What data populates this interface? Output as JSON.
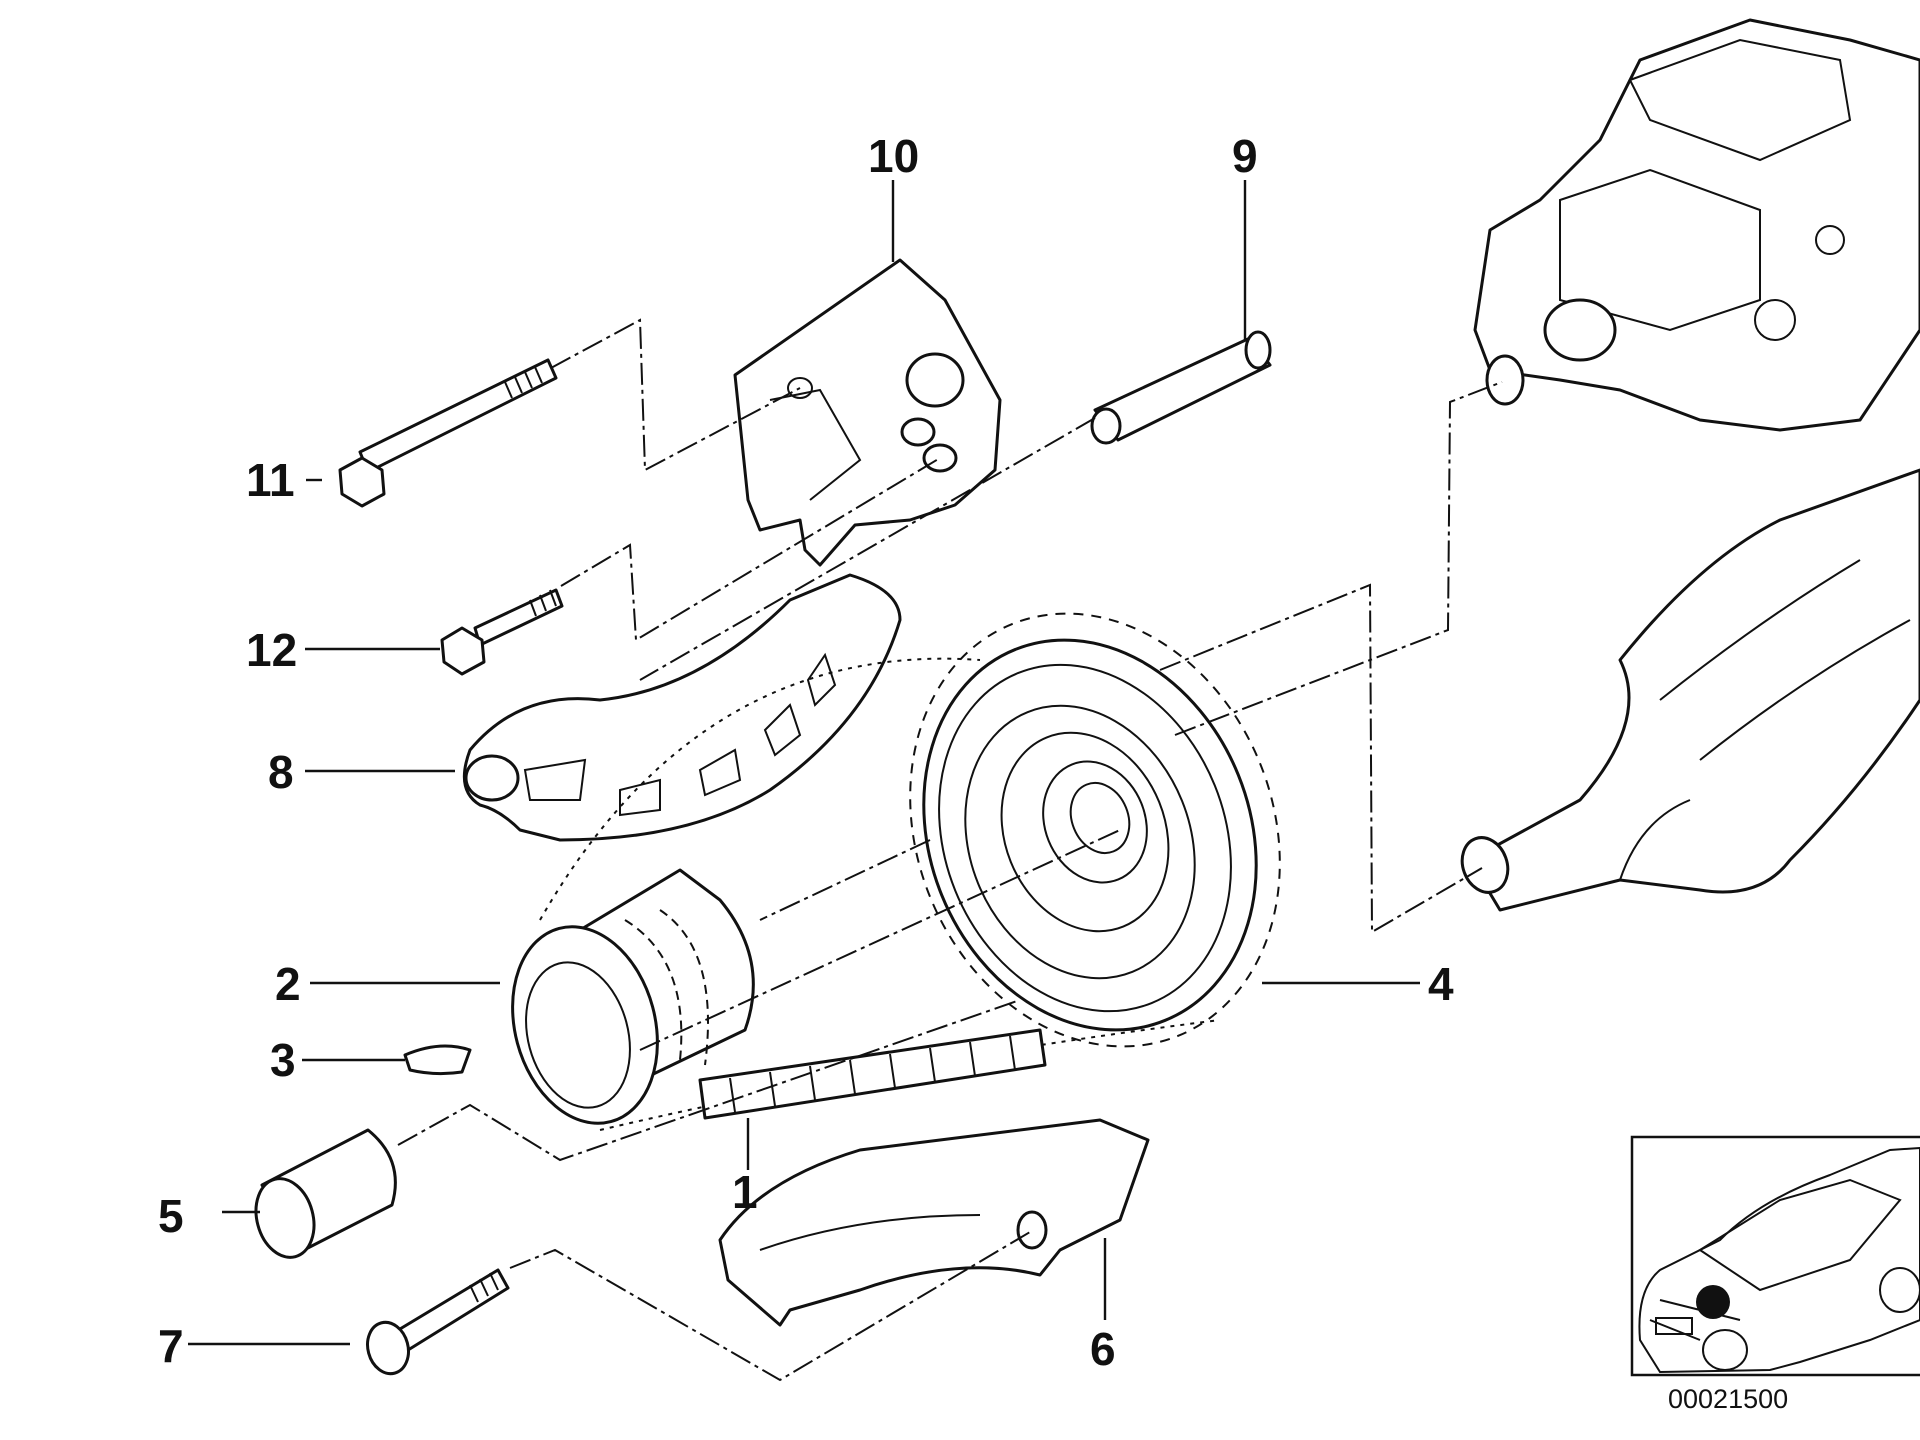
{
  "callouts": {
    "c1": "1",
    "c2": "2",
    "c3": "3",
    "c4": "4",
    "c5": "5",
    "c6": "6",
    "c7": "7",
    "c8": "8",
    "c9": "9",
    "c10": "10",
    "c11": "11",
    "c12": "12"
  },
  "document_number": "00021500",
  "icons": [
    "injection-pump-icon",
    "crankshaft-icon",
    "car-location-icon"
  ]
}
